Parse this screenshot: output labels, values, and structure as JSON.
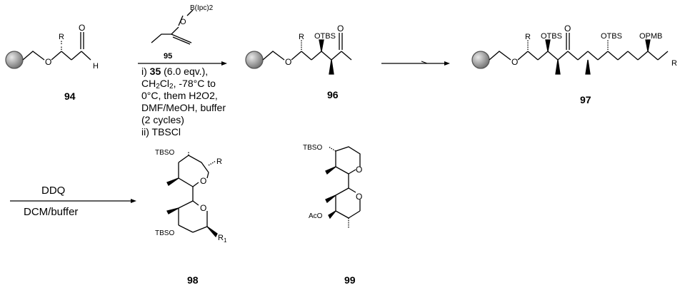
{
  "compounds": {
    "c94": "94",
    "c95": "95",
    "c96": "96",
    "c97": "97",
    "c98": "98",
    "c99": "99"
  },
  "reagent_95_label": "B(Ipc)2",
  "conditions_1": {
    "line1_prefix": "i) ",
    "line1_ref": "35",
    "line1_suffix": " (6.0 eqv.),",
    "line2_a": "CH",
    "line2_sub1": "2",
    "line2_b": "Cl",
    "line2_sub2": "2",
    "line2_c": ", -78°C to",
    "line3": "0°C, them H2O2,",
    "line4": "DMF/MeOH, buffer",
    "line5": "(2 cycles)",
    "line6": "ii) TBSCl"
  },
  "step2": {
    "above": "DDQ",
    "below": "DCM/buffer"
  },
  "atoms": {
    "R": "R",
    "O": "O",
    "H": "H",
    "OTBS": "OTBS",
    "OPMB_partial": "OPMB",
    "TBSO": "TBSO",
    "R1": "R",
    "R1_sub": "1",
    "AcO": "AcO"
  },
  "colors": {
    "bond": "#000000",
    "resin_light": "#e6e6e6",
    "resin_dark": "#777777"
  }
}
